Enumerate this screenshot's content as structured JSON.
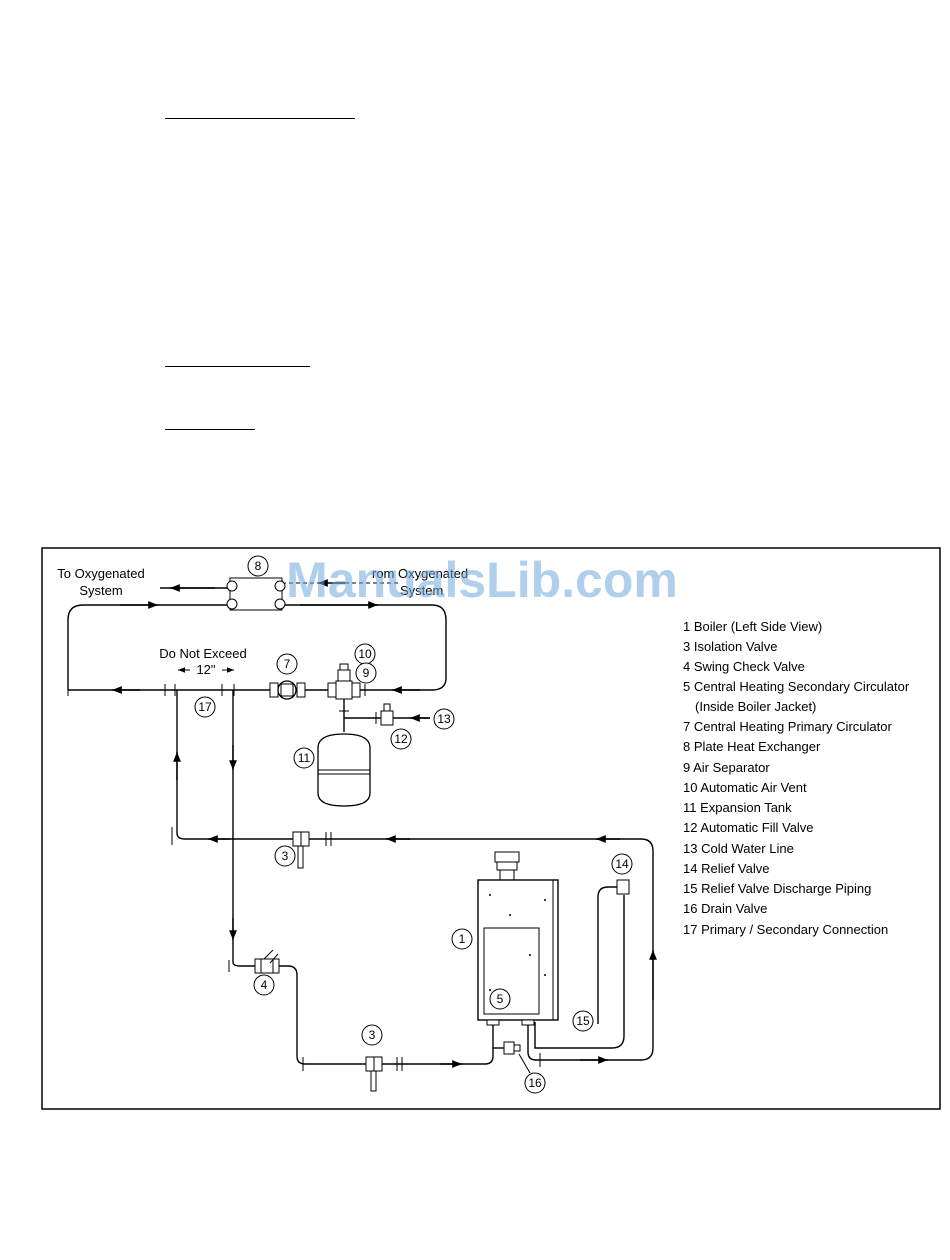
{
  "watermark": "ManualsLib.com",
  "labels": {
    "to_oxygenated_line1": "To Oxygenated",
    "to_oxygenated_line2": "System",
    "from_oxygenated_line1": "rom Oxygenated",
    "from_oxygenated_line2": "System",
    "do_not_exceed": "Do Not Exceed",
    "twelve_inches": "12\""
  },
  "callouts": {
    "c1": "1",
    "c3a": "3",
    "c3b": "3",
    "c4": "4",
    "c5": "5",
    "c7": "7",
    "c8": "8",
    "c9": "9",
    "c10": "10",
    "c11": "11",
    "c12": "12",
    "c13": "13",
    "c14": "14",
    "c15": "15",
    "c16": "16",
    "c17": "17"
  },
  "legend": [
    "1 Boiler (Left Side View)",
    "3 Isolation Valve",
    "4 Swing Check Valve",
    "5 Central Heating Secondary Circulator",
    "(Inside Boiler Jacket)",
    "7 Central Heating Primary Circulator",
    "8 Plate Heat Exchanger",
    "9 Air Separator",
    "10 Automatic Air Vent",
    "11 Expansion Tank",
    "12 Automatic Fill Valve",
    "13 Cold Water Line",
    "14 Relief Valve",
    "15 Relief Valve Discharge Piping",
    "16 Drain Valve",
    "17 Primary / Secondary Connection"
  ]
}
